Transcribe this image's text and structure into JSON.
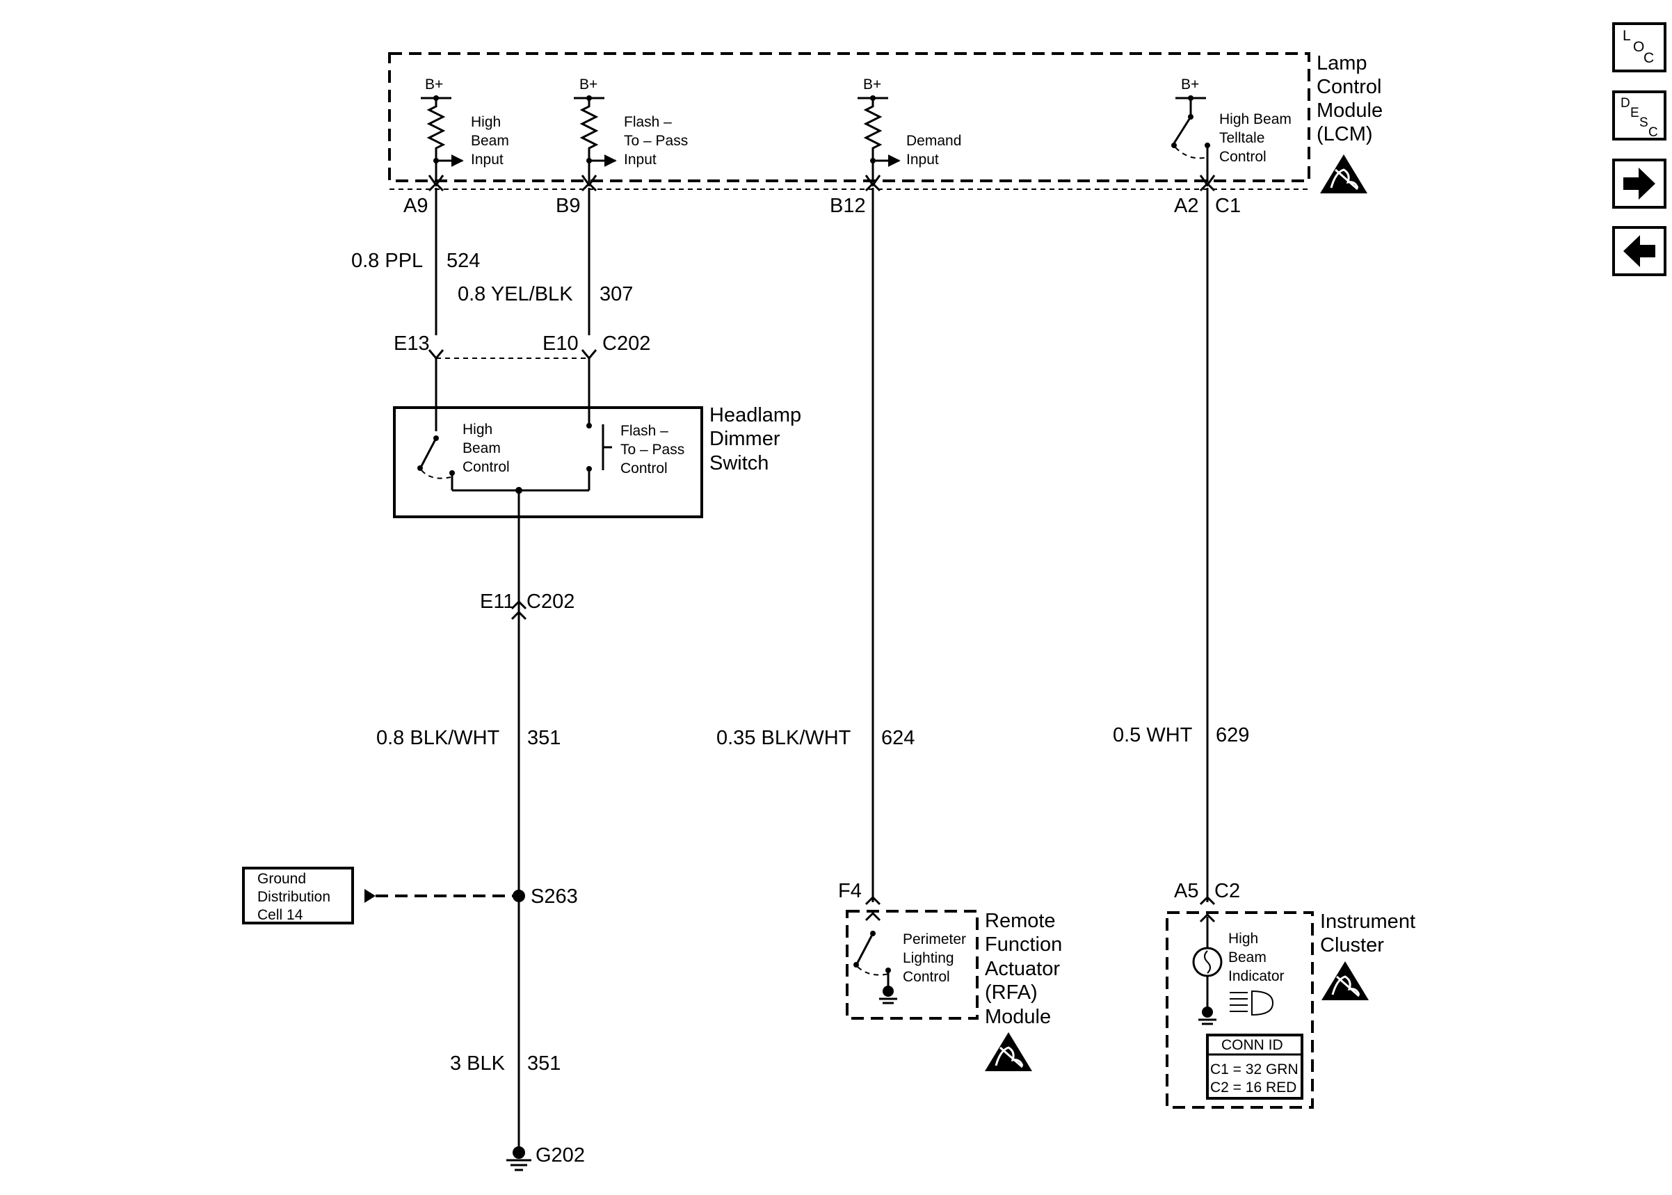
{
  "nav": {
    "loc": {
      "l1": "L",
      "l2": "O",
      "l3": "C"
    },
    "desc": {
      "l1": "D",
      "l2": "E",
      "l3": "S",
      "l4": "C"
    }
  },
  "lcm": {
    "title": [
      "Lamp",
      "Control",
      "Module",
      "(LCM)"
    ],
    "bplus": "B+",
    "high_beam_input": [
      "High",
      "Beam",
      "Input"
    ],
    "flash_input": [
      "Flash –",
      "To – Pass",
      "Input"
    ],
    "demand_input": [
      "Demand",
      "Input"
    ],
    "telltale": [
      "High Beam",
      "Telltale",
      "Control"
    ],
    "pins": {
      "a9": "A9",
      "b9": "B9",
      "b12": "B12",
      "a2": "A2",
      "c1": "C1"
    }
  },
  "wires": {
    "w524": {
      "gauge": "0.8 PPL",
      "circuit": "524"
    },
    "w307": {
      "gauge": "0.8 YEL/BLK",
      "circuit": "307"
    },
    "w351a": {
      "gauge": "0.8 BLK/WHT",
      "circuit": "351"
    },
    "w624": {
      "gauge": "0.35 BLK/WHT",
      "circuit": "624"
    },
    "w629": {
      "gauge": "0.5 WHT",
      "circuit": "629"
    },
    "w351b": {
      "gauge": "3 BLK",
      "circuit": "351"
    }
  },
  "connectors": {
    "e13": "E13",
    "e10": "E10",
    "c202": "C202",
    "e11": "E11",
    "c202b": "C202",
    "f4": "F4",
    "a5": "A5",
    "c2": "C2"
  },
  "dimmer": {
    "title": [
      "Headlamp",
      "Dimmer",
      "Switch"
    ],
    "high_beam": [
      "High",
      "Beam",
      "Control"
    ],
    "flash": [
      "Flash –",
      "To – Pass",
      "Control"
    ]
  },
  "ground_dist": [
    "Ground",
    "Distribution",
    "Cell 14"
  ],
  "splice": "S263",
  "ground": "G202",
  "rfa": {
    "title": [
      "Remote",
      "Function",
      "Actuator",
      "(RFA)",
      "Module"
    ],
    "switch": [
      "Perimeter",
      "Lighting",
      "Control"
    ]
  },
  "cluster": {
    "title": [
      "Instrument",
      "Cluster"
    ],
    "indicator": [
      "High",
      "Beam",
      "Indicator"
    ],
    "conn_title": "CONN ID",
    "conn_rows": [
      "C1 = 32 GRN",
      "C2 = 16 RED"
    ]
  }
}
